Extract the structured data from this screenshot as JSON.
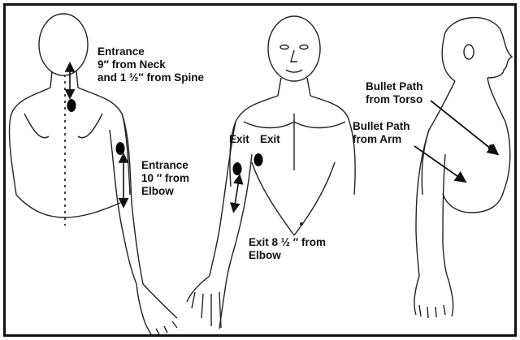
{
  "figure": {
    "back_view": {
      "entrance_upper": [
        "Entrance",
        "9″ from Neck",
        "and 1 ½″ from Spine"
      ],
      "entrance_arm": [
        "Entrance",
        "10 ″ from",
        "Elbow"
      ]
    },
    "front_view": {
      "exit_arm": "Exit",
      "exit_chest": "Exit",
      "exit_elbow": [
        "Exit 8 ½ ″ from",
        "Elbow"
      ]
    },
    "side_view": {
      "path_torso": [
        "Bullet Path",
        "from Torso"
      ],
      "path_arm": [
        "Bullet Path",
        "from Arm"
      ]
    }
  },
  "colors": {
    "ink": "#111111",
    "wound": "#000000",
    "background": "#ffffff"
  },
  "icons": [
    "wound-marker-icon",
    "measurement-arrow-icon",
    "bullet-path-arrow-icon"
  ]
}
